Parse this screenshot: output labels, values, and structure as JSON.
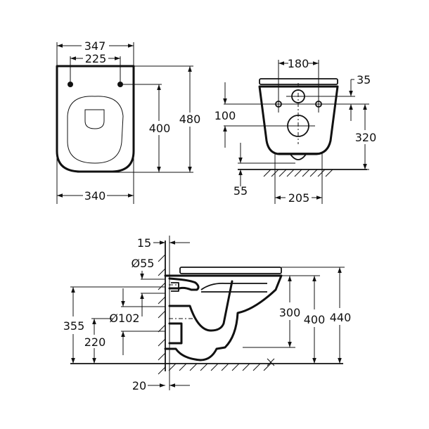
{
  "diagram": {
    "subject": "Wall-hung toilet technical dimension drawing",
    "units": "mm",
    "top_view": {
      "labels": {
        "overall_width_top": "347",
        "fixing_hole_spacing": "225",
        "overall_width_bottom": "340",
        "hole_to_front": "400",
        "overall_length": "480"
      }
    },
    "front_view": {
      "labels": {
        "fixing_hole_spacing": "180",
        "hole_offset": "35",
        "inlet_to_outlet": "100",
        "hole_height": "320",
        "outlet_spigot_height": "55",
        "base_width": "205"
      }
    },
    "side_view": {
      "labels": {
        "wall_gap_top": "15",
        "inlet_diameter": "Ø55",
        "outlet_diameter": "Ø102",
        "inlet_height": "355",
        "outlet_height": "220",
        "wall_gap_bottom": "20",
        "bowl_rim_depth": "300",
        "rim_height": "400",
        "seat_height": "440"
      }
    }
  }
}
